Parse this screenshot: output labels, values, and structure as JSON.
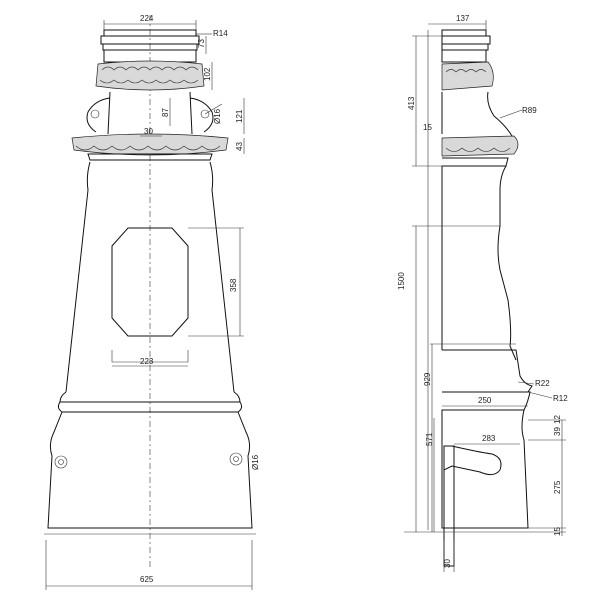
{
  "front_view": {
    "dims": {
      "top_width": "224",
      "top_radius": "R14",
      "cap_height": "73",
      "ornament_height": "102",
      "neck_height": "87",
      "hole_dia_upper": "Ø16",
      "neck_total": "121",
      "collar_height": "43",
      "collar_offset": "30",
      "door_height": "358",
      "door_width": "223",
      "hole_dia_lower": "Ø16",
      "base_width": "625"
    }
  },
  "side_view": {
    "dims": {
      "top_width": "137",
      "upper_height": "413",
      "upper_offset": "15",
      "shoulder_radius": "R89",
      "shaft_height": "1500",
      "plinth_height": "929",
      "fillet_r1": "R22",
      "fillet_r2": "R12",
      "plinth_depth": "250",
      "lower_height": "571",
      "bracket_reach": "283",
      "step_a": "39",
      "step_b": "12",
      "base_height": "275",
      "base_step": "15",
      "post_offset": "30"
    }
  }
}
